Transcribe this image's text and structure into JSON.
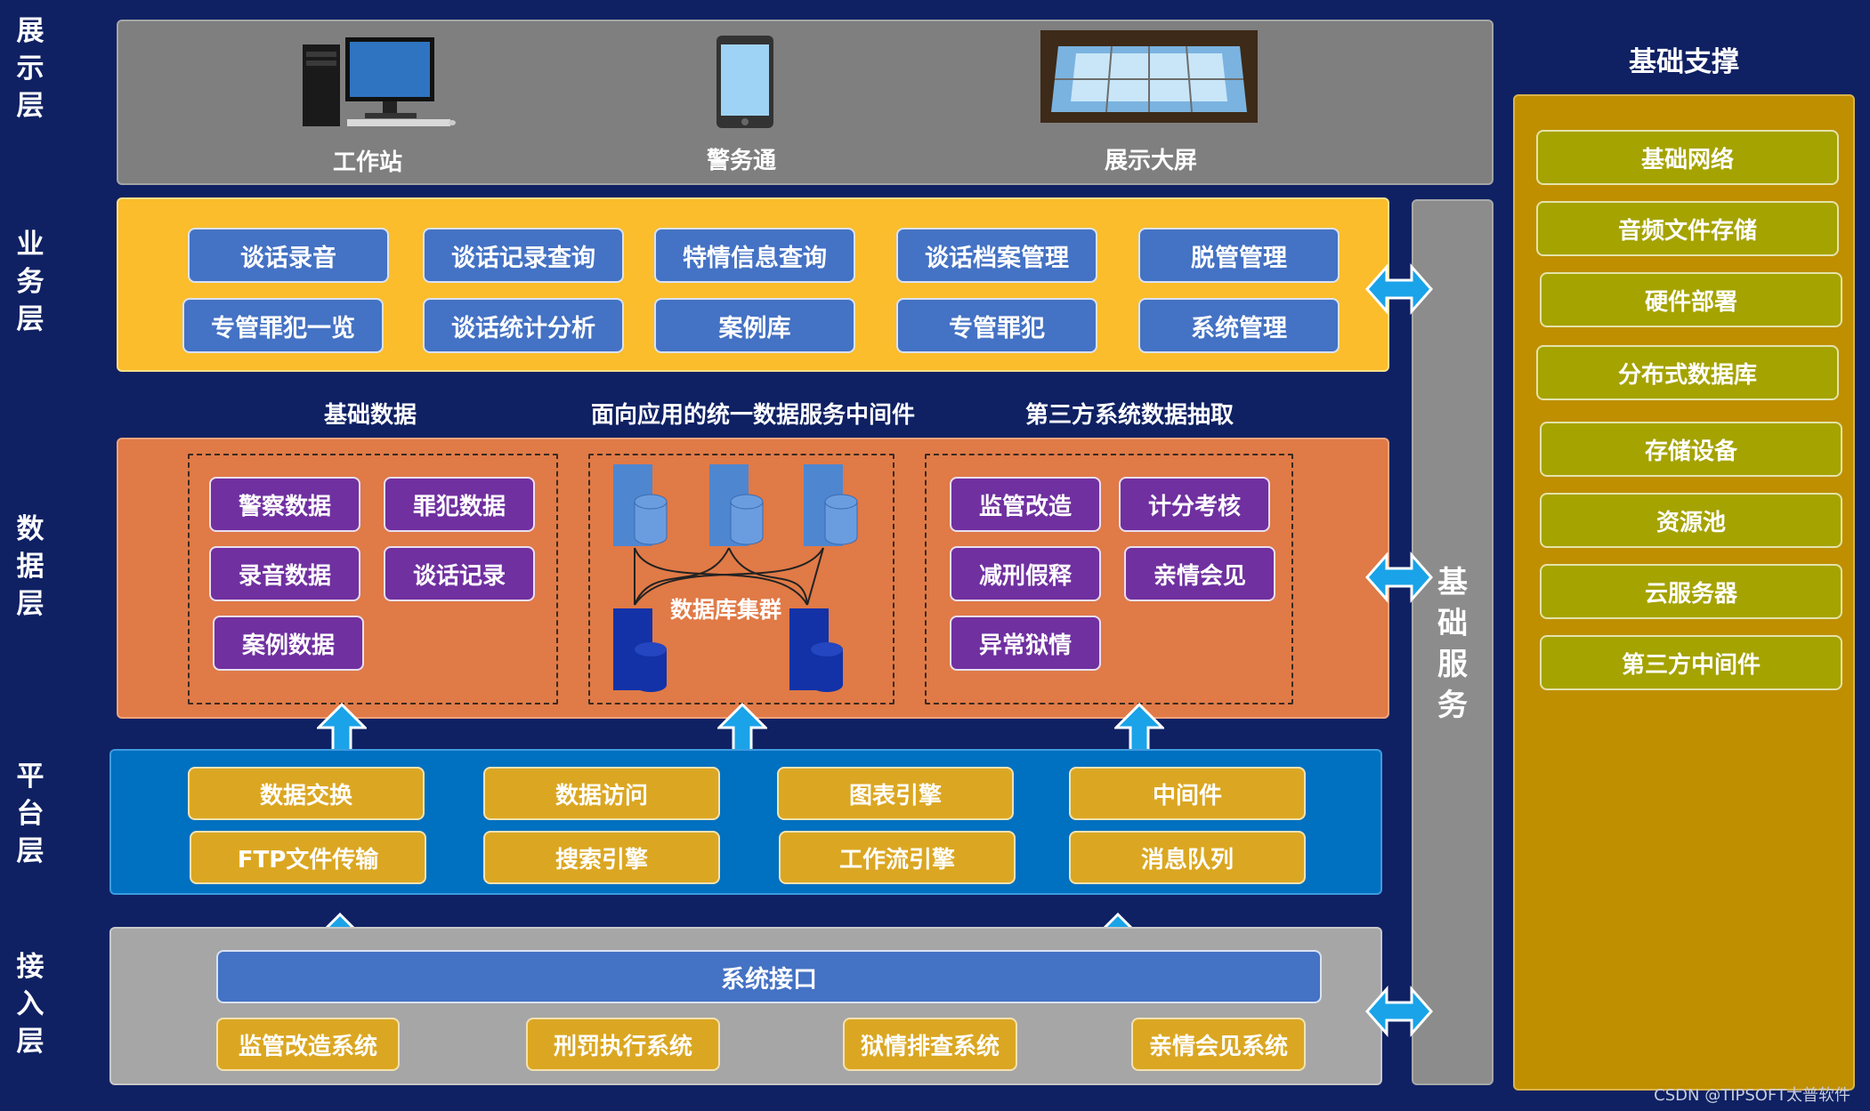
{
  "layers": [
    {
      "chars": "展\n示\n层"
    },
    {
      "chars": "业\n务\n层"
    },
    {
      "chars": "数\n据\n层"
    },
    {
      "chars": "平\n台\n层"
    },
    {
      "chars": "接\n入\n层"
    }
  ],
  "display": {
    "devices": [
      "工作站",
      "警务通",
      "展示大屏"
    ]
  },
  "business": {
    "items": [
      "谈话录音",
      "谈话记录查询",
      "特情信息查询",
      "谈话档案管理",
      "脱管管理",
      "专管罪犯一览",
      "谈话统计分析",
      "案例库",
      "专管罪犯",
      "系统管理"
    ]
  },
  "data_layer": {
    "captions": [
      "基础数据",
      "面向应用的统一数据服务中间件",
      "第三方系统数据抽取"
    ],
    "basic": [
      "警察数据",
      "罪犯数据",
      "录音数据",
      "谈话记录",
      "案例数据"
    ],
    "cluster_label": "数据库集群",
    "third_party": [
      "监管改造",
      "计分考核",
      "减刑假释",
      "亲情会见",
      "异常狱情"
    ]
  },
  "platform": {
    "items": [
      "数据交换",
      "数据访问",
      "图表引擎",
      "中间件",
      "FTP文件传输",
      "搜索引擎",
      "工作流引擎",
      "消息队列"
    ]
  },
  "access": {
    "interface": "系统接口",
    "systems": [
      "监管改造系统",
      "刑罚执行系统",
      "狱情排查系统",
      "亲情会见系统"
    ]
  },
  "base_service": {
    "chars": "基\n础\n服\n务"
  },
  "support": {
    "title": "基础支撑",
    "items": [
      "基础网络",
      "音频文件存储",
      "硬件部署",
      "分布式数据库",
      "存储设备",
      "资源池",
      "云服务器",
      "第三方中间件"
    ]
  },
  "watermark": "CSDN @TIPSOFT太普软件",
  "colors": {
    "background": "#0f2163",
    "display_panel": "#7f7f7f",
    "business_panel": "#fbbd2b",
    "data_panel": "#e07a47",
    "platform_panel": "#0070c0",
    "access_panel": "#a6a6a6",
    "support_panel": "#bf8f00",
    "arrow": "#1aa3e8"
  }
}
